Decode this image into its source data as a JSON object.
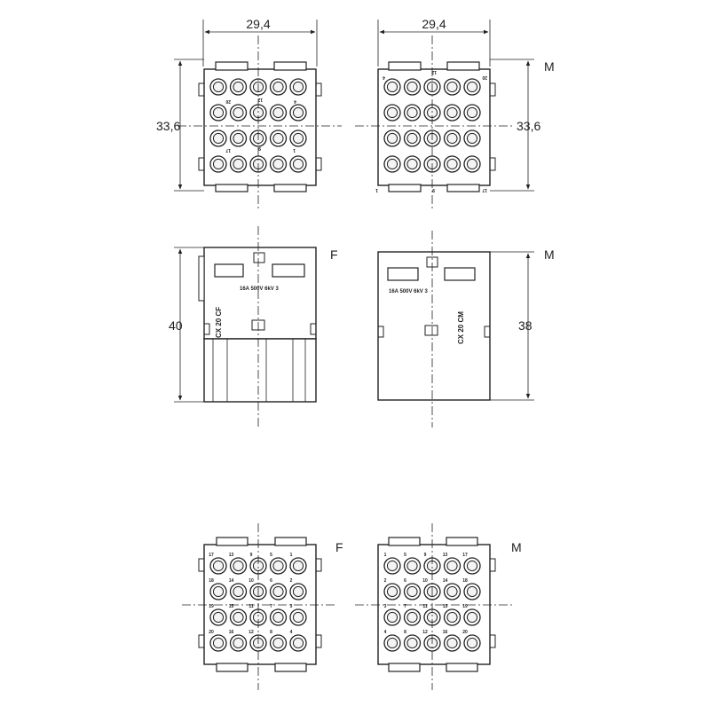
{
  "dimensions": {
    "top_left_width": "29,4",
    "top_right_width": "29,4",
    "top_left_height": "33,6",
    "top_right_height": "33,6",
    "mid_left_height": "40",
    "mid_right_height": "38"
  },
  "labels": {
    "top_right_view": "M",
    "mid_left_view": "F",
    "mid_right_view": "M",
    "bottom_left_view": "F",
    "bottom_right_view": "M"
  },
  "top_left_pin_numbers": {
    "p20": "20",
    "p12": "12",
    "p4": "4",
    "p17": "17",
    "p9": "9",
    "p1": "1"
  },
  "top_right_pin_numbers": {
    "p4": "4",
    "p12": "12",
    "p20": "20",
    "p1": "1",
    "p9": "9",
    "p17": "17"
  },
  "mid_left_text": {
    "rating": "16A 500V 6kV 3",
    "model": "CX 20 CF"
  },
  "mid_right_text": {
    "rating": "16A 500V 6kV 3",
    "model": "CX 20 CM"
  },
  "bottom_left_pins": {
    "row1": [
      "17",
      "13",
      "9",
      "5",
      "1"
    ],
    "row2": [
      "18",
      "14",
      "10",
      "6",
      "2"
    ],
    "row3": [
      "19",
      "15",
      "11",
      "7",
      "3"
    ],
    "row4": [
      "20",
      "16",
      "12",
      "8",
      "4"
    ]
  },
  "bottom_right_pins": {
    "row1": [
      "1",
      "5",
      "9",
      "13",
      "17"
    ],
    "row2": [
      "2",
      "6",
      "10",
      "14",
      "18"
    ],
    "row3": [
      "3",
      "7",
      "11",
      "15",
      "19"
    ],
    "row4": [
      "4",
      "8",
      "12",
      "16",
      "20"
    ]
  }
}
